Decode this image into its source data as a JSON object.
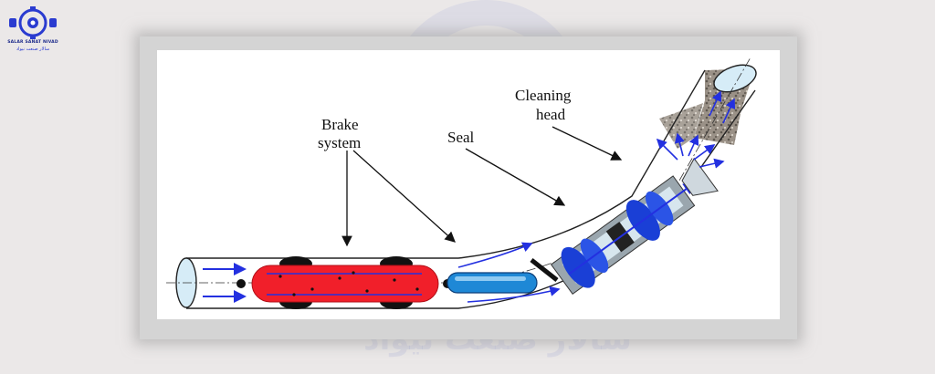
{
  "logo": {
    "name": "SALAR SANAT NIVAD",
    "subtitle": "سالار صنعت نیواد",
    "icon": "gear-wheel-logo-icon"
  },
  "watermark": {
    "text": "سالار صنعت نیواد"
  },
  "diagram": {
    "labels": {
      "brake_line1": "Brake",
      "brake_line2": "system",
      "seal": "Seal",
      "cleaning_line1": "Cleaning",
      "cleaning_line2": "head"
    },
    "colors": {
      "brake_body": "#f11f2a",
      "seal_blue": "#1a3fd6",
      "shaft_blue": "#1e88d6",
      "flow_arrow": "#2330e0",
      "debris": "#8d8478",
      "cleaning_head": "#aab6c0"
    }
  }
}
